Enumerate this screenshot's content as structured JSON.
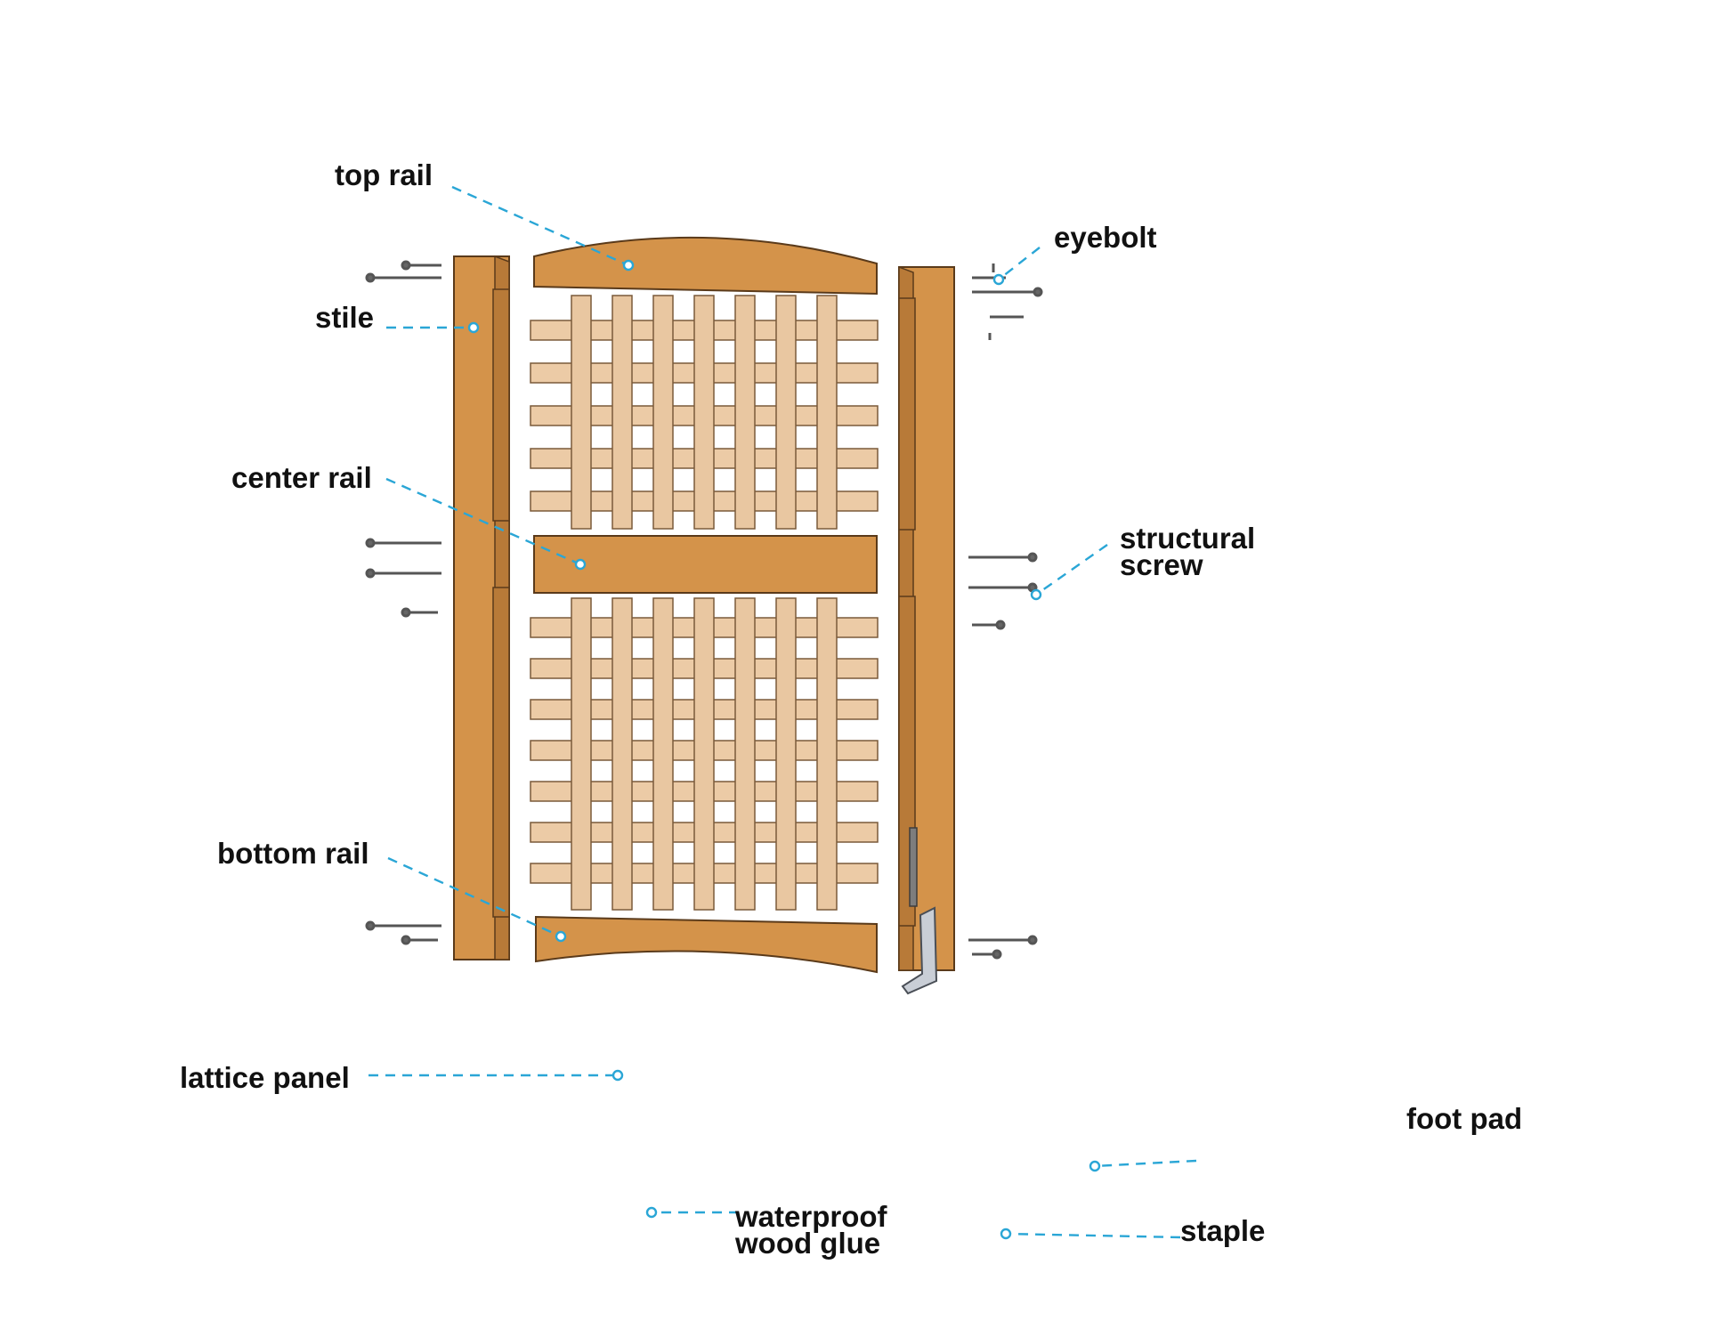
{
  "labels": {
    "top_rail": "top rail",
    "stile": "stile",
    "center_rail": "center rail",
    "bottom_rail": "bottom rail",
    "lattice_panel": "lattice panel",
    "eyebolt": "eyebolt",
    "structural_screw_line1": "structural",
    "structural_screw_line2": "screw",
    "foot_pad": "foot pad",
    "waterproof_glue_line1": "waterproof",
    "waterproof_glue_line2": "wood glue",
    "staple": "staple"
  },
  "colors": {
    "wood": "#d4934a",
    "lattice": "#e9c7a1",
    "leader": "#2aa6d6",
    "text": "#111111"
  }
}
